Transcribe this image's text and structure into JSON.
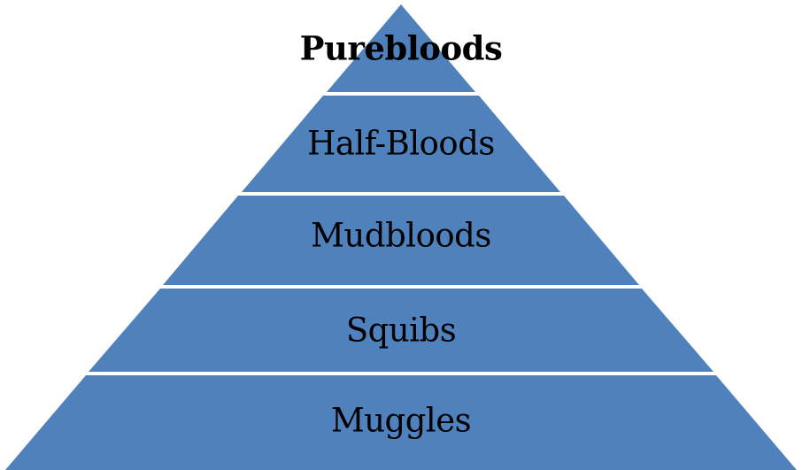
{
  "diagram": {
    "type": "pyramid",
    "description": "Five-level blood-status hierarchy pyramid",
    "levels": [
      {
        "rank": 1,
        "label": "Purebloods"
      },
      {
        "rank": 2,
        "label": "Half-Bloods"
      },
      {
        "rank": 3,
        "label": "Mudbloods"
      },
      {
        "rank": 4,
        "label": "Squibs"
      },
      {
        "rank": 5,
        "label": "Muggles"
      }
    ],
    "colors": {
      "tier_fill": "#4F81BD",
      "divider": "#FFFFFF",
      "background": "#FFFFFF",
      "label_text": "#000000"
    }
  }
}
